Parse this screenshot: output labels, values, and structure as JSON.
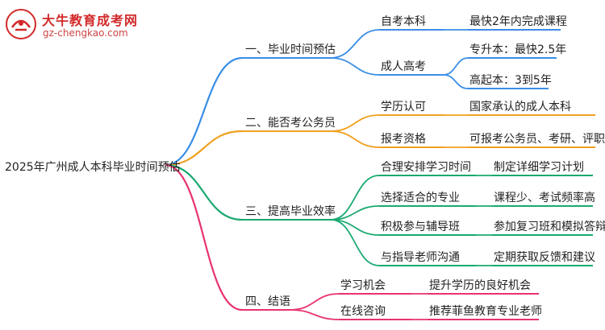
{
  "watermark": {
    "brand": "大牛教育成考网",
    "url": "gz-chengkao.com"
  },
  "mindmap": {
    "root": "2025年广州成人本科毕业时间预估",
    "colors": {
      "blue": "#3a8ee6",
      "orange": "#f0a020",
      "green": "#19a96f",
      "pink": "#e8336d"
    },
    "branches": [
      {
        "label": "一、毕业时间预估",
        "color": "blue",
        "children": [
          {
            "label": "自考本科",
            "value": "最快2年内完成课程"
          },
          {
            "label": "成人高考",
            "subs": [
              "专升本：最快2.5年",
              "高起本：3到5年"
            ]
          }
        ]
      },
      {
        "label": "二、能否考公务员",
        "color": "orange",
        "children": [
          {
            "label": "学历认可",
            "value": "国家承认的成人本科"
          },
          {
            "label": "报考资格",
            "value": "可报考公务员、考研、评职称"
          }
        ]
      },
      {
        "label": "三、提高毕业效率",
        "color": "green",
        "children": [
          {
            "label": "合理安排学习时间",
            "value": "制定详细学习计划"
          },
          {
            "label": "选择适合的专业",
            "value": "课程少、考试频率高"
          },
          {
            "label": "积极参与辅导班",
            "value": "参加复习班和模拟答辩"
          },
          {
            "label": "与指导老师沟通",
            "value": "定期获取反馈和建议"
          }
        ]
      },
      {
        "label": "四、结语",
        "color": "pink",
        "children": [
          {
            "label": "学习机会",
            "value": "提升学历的良好机会"
          },
          {
            "label": "在线咨询",
            "value": "推荐菲鱼教育专业老师"
          }
        ]
      }
    ]
  }
}
